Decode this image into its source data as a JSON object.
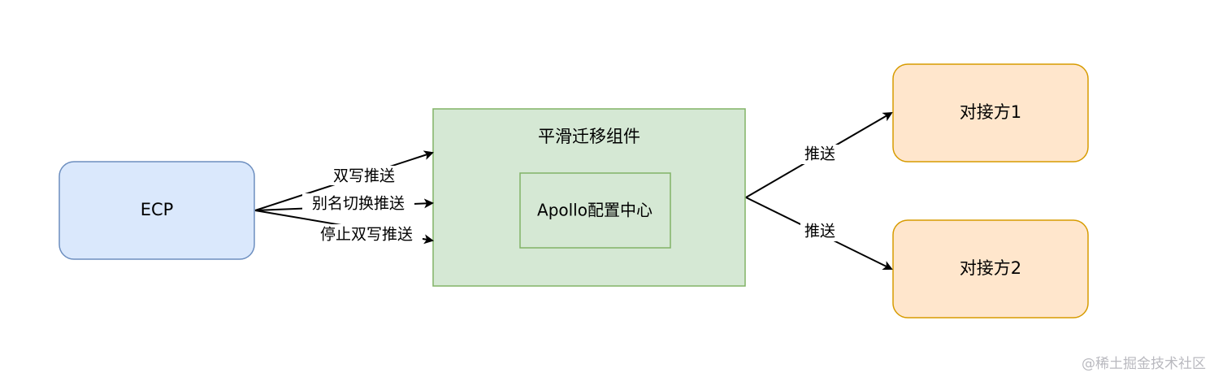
{
  "nodes": {
    "ecp": {
      "label": "ECP",
      "fill": "#dae8fc",
      "stroke": "#6c8ebf"
    },
    "component": {
      "label": "平滑迁移组件",
      "fill": "#d5e8d4",
      "stroke": "#82b366"
    },
    "apollo": {
      "label": "Apollo配置中心",
      "fill": "#d5e8d4",
      "stroke": "#82b366"
    },
    "partner1": {
      "label": "对接方1",
      "fill": "#ffe6cc",
      "stroke": "#d79b00"
    },
    "partner2": {
      "label": "对接方2",
      "fill": "#ffe6cc",
      "stroke": "#d79b00"
    }
  },
  "edges": {
    "dual_write": "双写推送",
    "alias_switch": "别名切换推送",
    "stop_dual_write": "停止双写推送",
    "push_partner1": "推送",
    "push_partner2": "推送"
  },
  "watermark": "@稀土掘金技术社区"
}
